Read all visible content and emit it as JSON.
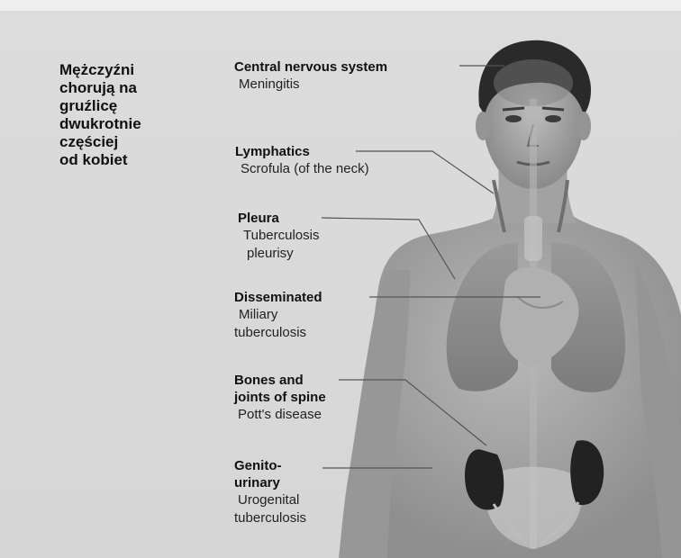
{
  "headline": [
    "Mężczyźni",
    "chorują na",
    "gruźlicę",
    "dwukrotnie",
    "częściej",
    "od kobiet"
  ],
  "labels": [
    {
      "title": "Central nervous system",
      "desc": [
        "Meningitis"
      ]
    },
    {
      "title": "Lymphatics",
      "desc": [
        "Scrofula (of the neck)"
      ]
    },
    {
      "title": "Pleura",
      "desc": [
        "Tuberculosis",
        "pleurisy"
      ]
    },
    {
      "title": "Disseminated",
      "desc": [
        "Miliary",
        "tuberculosis"
      ]
    },
    {
      "title": "Bones and\njoints of spine",
      "desc": [
        "Pott's disease"
      ]
    },
    {
      "title": "Genito-\nurinary",
      "desc": [
        "Urogenital",
        "tuberculosis"
      ]
    }
  ],
  "colors": {
    "background": "#d9d9d9",
    "skin": "#a9a9a9",
    "hair": "#2a2a2a",
    "organs": "#7a7a7a",
    "kidneys": "#222222"
  }
}
